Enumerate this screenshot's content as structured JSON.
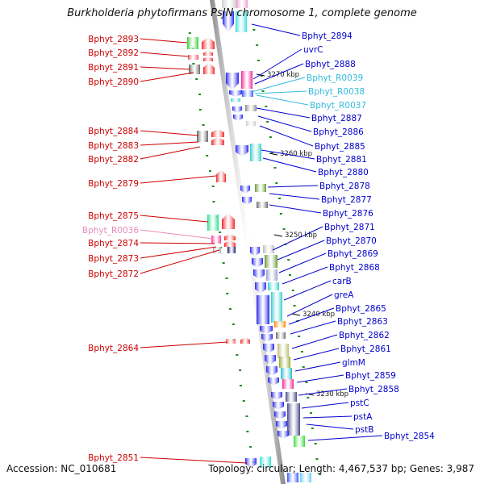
{
  "title": "Burkholderia phytofirmans PsJN chromosome 1, complete genome",
  "footer": {
    "accession": "Accession: NC_010681",
    "topology": "Topology: circular; Length: 4,467,537 bp; Genes: 3,987"
  },
  "colors": {
    "left_label": "#cc0000",
    "left_rna_label": "#e88ab8",
    "right_label": "#0000cc",
    "right_rna_label": "#33bbdd",
    "backbone": "#888888",
    "tick": "#228822"
  },
  "left_labels": [
    {
      "text": "Bphyt_2893",
      "type": "gene"
    },
    {
      "text": "Bphyt_2892",
      "type": "gene"
    },
    {
      "text": "Bphyt_2891",
      "type": "gene"
    },
    {
      "text": "Bphyt_2890",
      "type": "gene"
    },
    {
      "text": "Bphyt_2884",
      "type": "gene"
    },
    {
      "text": "Bphyt_2883",
      "type": "gene"
    },
    {
      "text": "Bphyt_2882",
      "type": "gene"
    },
    {
      "text": "Bphyt_2879",
      "type": "gene"
    },
    {
      "text": "Bphyt_2875",
      "type": "gene"
    },
    {
      "text": "Bphyt_R0036",
      "type": "rna"
    },
    {
      "text": "Bphyt_2874",
      "type": "gene"
    },
    {
      "text": "Bphyt_2873",
      "type": "gene"
    },
    {
      "text": "Bphyt_2872",
      "type": "gene"
    },
    {
      "text": "Bphyt_2864",
      "type": "gene"
    },
    {
      "text": "Bphyt_2851",
      "type": "gene"
    }
  ],
  "right_labels": [
    {
      "text": "Bphyt_2894",
      "type": "gene"
    },
    {
      "text": "uvrC",
      "type": "gene"
    },
    {
      "text": "Bphyt_2888",
      "type": "gene"
    },
    {
      "text": "Bphyt_R0039",
      "type": "rna"
    },
    {
      "text": "Bphyt_R0038",
      "type": "rna"
    },
    {
      "text": "Bphyt_R0037",
      "type": "rna"
    },
    {
      "text": "Bphyt_2887",
      "type": "gene"
    },
    {
      "text": "Bphyt_2886",
      "type": "gene"
    },
    {
      "text": "Bphyt_2885",
      "type": "gene"
    },
    {
      "text": "Bphyt_2881",
      "type": "gene"
    },
    {
      "text": "Bphyt_2880",
      "type": "gene"
    },
    {
      "text": "Bphyt_2878",
      "type": "gene"
    },
    {
      "text": "Bphyt_2877",
      "type": "gene"
    },
    {
      "text": "Bphyt_2876",
      "type": "gene"
    },
    {
      "text": "Bphyt_2871",
      "type": "gene"
    },
    {
      "text": "Bphyt_2870",
      "type": "gene"
    },
    {
      "text": "Bphyt_2869",
      "type": "gene"
    },
    {
      "text": "Bphyt_2868",
      "type": "gene"
    },
    {
      "text": "carB",
      "type": "gene"
    },
    {
      "text": "greA",
      "type": "gene"
    },
    {
      "text": "Bphyt_2865",
      "type": "gene"
    },
    {
      "text": "Bphyt_2863",
      "type": "gene"
    },
    {
      "text": "Bphyt_2862",
      "type": "gene"
    },
    {
      "text": "Bphyt_2861",
      "type": "gene"
    },
    {
      "text": "glmM",
      "type": "gene"
    },
    {
      "text": "Bphyt_2859",
      "type": "gene"
    },
    {
      "text": "Bphyt_2858",
      "type": "gene"
    },
    {
      "text": "pstC",
      "type": "gene"
    },
    {
      "text": "pstA",
      "type": "gene"
    },
    {
      "text": "pstB",
      "type": "gene"
    },
    {
      "text": "Bphyt_2854",
      "type": "gene"
    }
  ],
  "scale_labels": [
    "3270 kbp",
    "3260 kbp",
    "3250 kbp",
    "3240 kbp",
    "3230 kbp"
  ]
}
